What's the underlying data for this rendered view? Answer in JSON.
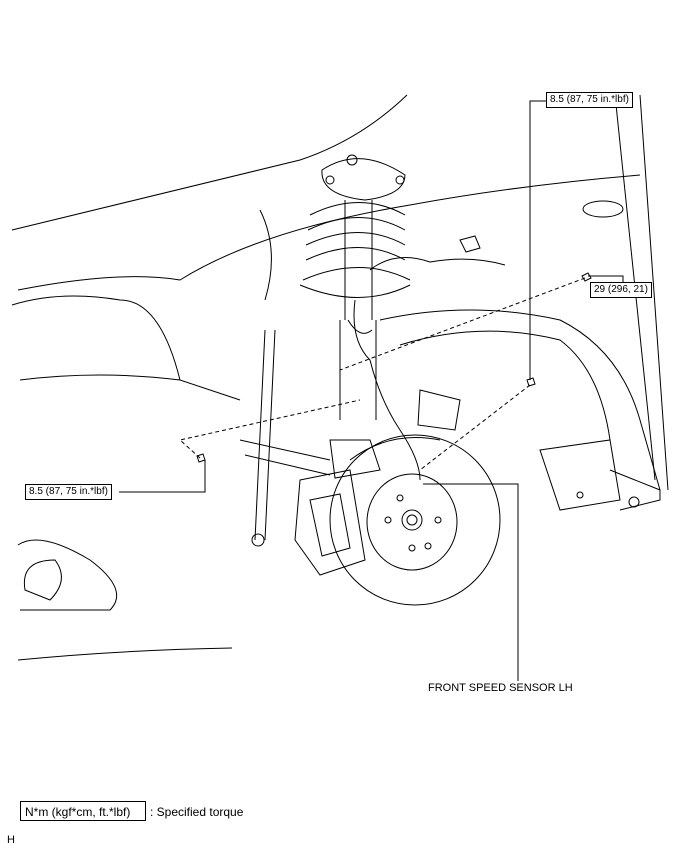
{
  "callouts": {
    "torque_top": "8.5 (87, 75 in.*lbf)",
    "torque_right": "29 (296, 21)",
    "torque_left": "8.5 (87, 75 in.*lbf)"
  },
  "part_label": "FRONT SPEED SENSOR LH",
  "legend": {
    "unit_box": "N*m (kgf*cm, ft.*lbf)",
    "description": ": Specified torque"
  },
  "figure_code": "H"
}
